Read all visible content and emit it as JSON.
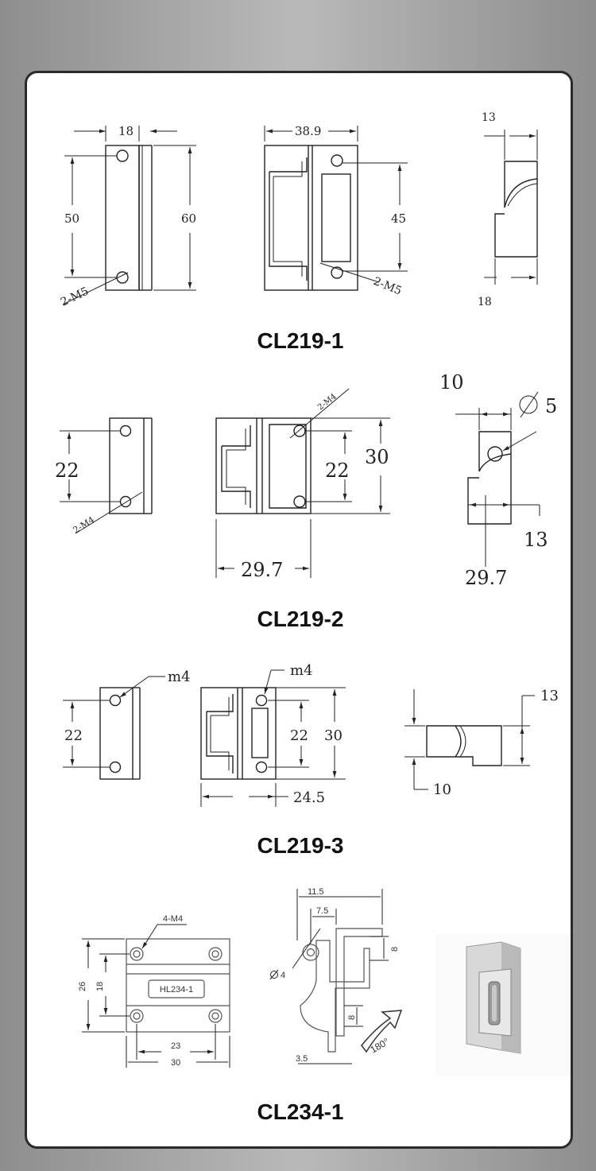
{
  "sections": [
    {
      "caption": "CL219-1",
      "dims": {
        "a": "18",
        "b": "50",
        "c": "60",
        "d": "2-M5",
        "e": "38.9",
        "f": "45",
        "g": "2-M5",
        "h": "13",
        "i": "18"
      }
    },
    {
      "caption": "CL219-2",
      "dims": {
        "a": "22",
        "b": "2-M4",
        "c": "2-M4",
        "d": "22",
        "e": "30",
        "f": "29.7",
        "g": "10",
        "h": "5",
        "i": "13",
        "j": "29.7"
      }
    },
    {
      "caption": "CL219-3",
      "dims": {
        "a": "m4",
        "b": "22",
        "c": "m4",
        "d": "22",
        "e": "30",
        "f": "24.5",
        "g": "13",
        "h": "10"
      }
    },
    {
      "caption": "CL234-1",
      "dims": {
        "a": "4-M4",
        "b": "26",
        "c": "18",
        "d": "HL234-1",
        "e": "23",
        "f": "30",
        "g": "11.5",
        "h": "7.5",
        "i": "8",
        "j": "4",
        "k": "8",
        "l": "3.5",
        "m": "180°"
      }
    }
  ]
}
